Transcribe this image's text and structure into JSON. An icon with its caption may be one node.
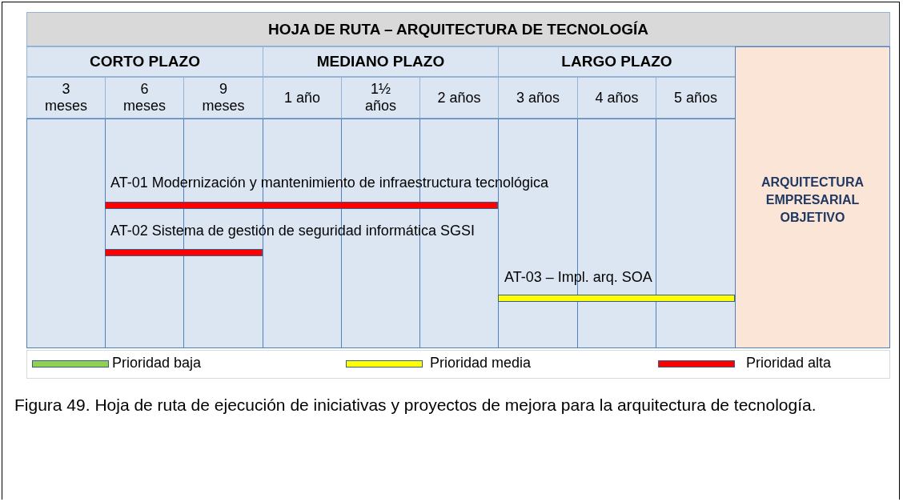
{
  "diagram": {
    "title": "HOJA DE RUTA – ARQUITECTURA DE TECNOLOGÍA",
    "caption": "Figura 49. Hoja de ruta de ejecución de iniciativas y proyectos de mejora para la arquitectura de tecnología.",
    "labels": [
      "CORTO PLAZO",
      "MEDIANO PLAZO",
      "LARGO PLAZO",
      "3 meses",
      "6 meses",
      "9 meses",
      "1 año",
      "1½ años",
      "2 años",
      "3 años",
      "4 años",
      "5 años",
      "AT-01 Modernización y mantenimiento de infraestructura tecnológica",
      "ARQUITECTURA EMPRESARIAL OBJETIVO",
      "AT-02 Sistema de gestión de seguridad informática SGSI",
      "AT-03 – Impl. arq. SOA"
    ],
    "legend": [
      {
        "text": "Prioridad baja",
        "color": "#92d050"
      },
      {
        "text": "Prioridad media",
        "color": "#ffff00"
      },
      {
        "text": "Prioridad alta",
        "color": "#ff0000"
      }
    ]
  }
}
